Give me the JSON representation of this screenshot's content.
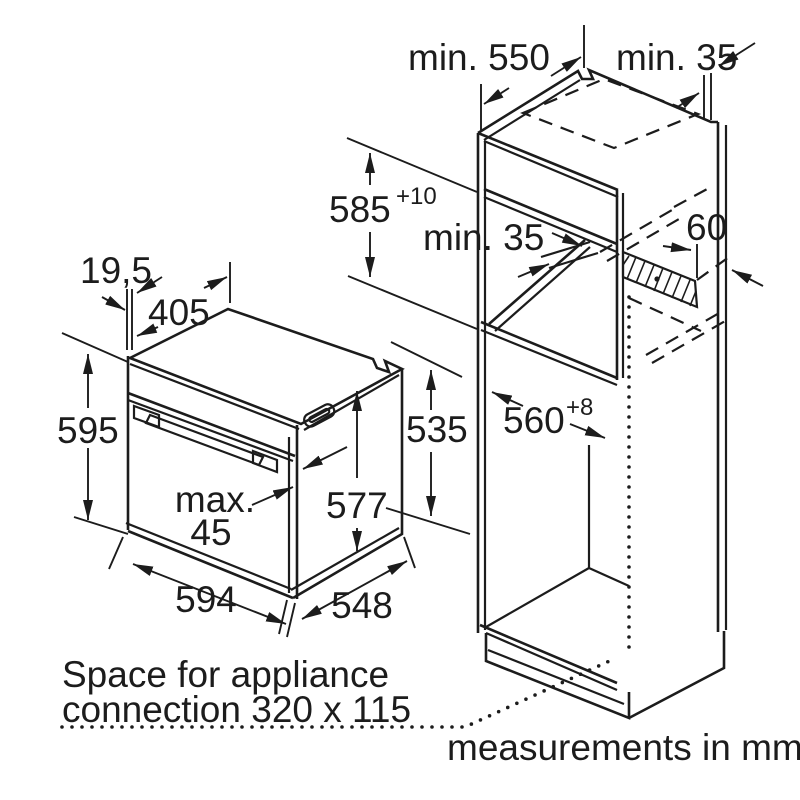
{
  "diagram": {
    "labels": {
      "min_550": "min. 550",
      "min_35_top": "min. 35",
      "niche_height": "585",
      "niche_height_tol": "+10",
      "min_35_rear": "min. 35",
      "vent_depth": "60",
      "door_gap": "19,5",
      "top_depth": "405",
      "oven_height": "595",
      "max_label": "max.",
      "max_value": "45",
      "body_height": "577",
      "rear_height": "535",
      "oven_width": "594",
      "body_depth": "548",
      "niche_depth": "560",
      "niche_depth_tol": "+8"
    },
    "notes": {
      "appliance_line1": "Space for appliance",
      "appliance_line2": "connection 320 x 115",
      "footer": "measurements in mm"
    },
    "colors": {
      "line": "#1c1c1c",
      "background": "#ffffff"
    }
  }
}
